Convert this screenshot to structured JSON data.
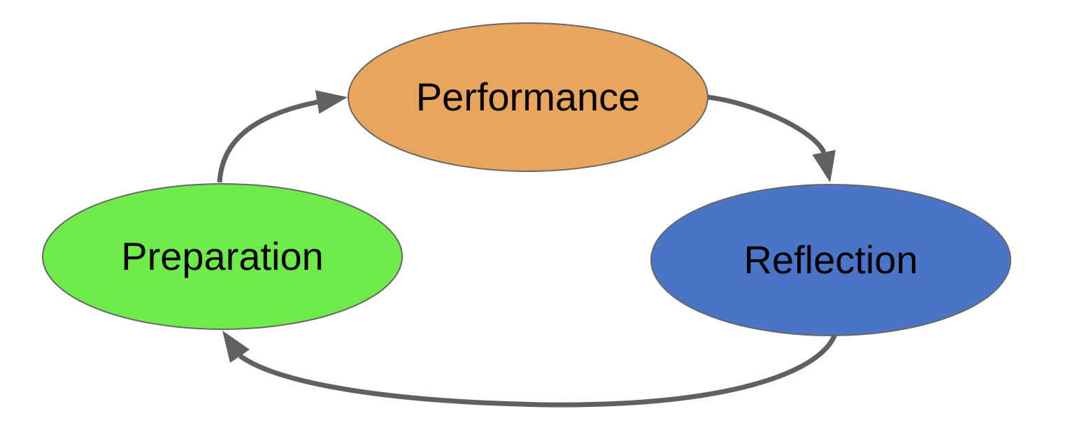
{
  "diagram": {
    "type": "cycle",
    "background": "#ffffff",
    "border_color": "#666666",
    "arrow_color": "#606060",
    "text_color": "#000000",
    "nodes": [
      {
        "id": "performance",
        "label": "Performance",
        "fill": "#E9A55C",
        "position": "top-center"
      },
      {
        "id": "preparation",
        "label": "Preparation",
        "fill": "#6EEB4B",
        "position": "middle-left"
      },
      {
        "id": "reflection",
        "label": "Reflection",
        "fill": "#4A74C6",
        "position": "middle-right"
      }
    ],
    "edges": [
      {
        "from": "Preparation",
        "to": "Performance"
      },
      {
        "from": "Performance",
        "to": "Reflection"
      },
      {
        "from": "Reflection",
        "to": "Preparation"
      }
    ]
  }
}
